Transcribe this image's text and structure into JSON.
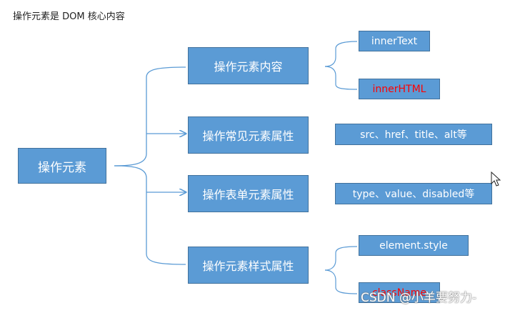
{
  "title": "操作元素是 DOM 核心内容",
  "root": "操作元素",
  "branches": [
    {
      "label": "操作元素内容",
      "children": [
        "innerText",
        "innerHTML"
      ]
    },
    {
      "label": "操作常见元素属性",
      "children": [
        "src、href、title、alt等"
      ]
    },
    {
      "label": "操作表单元素属性",
      "children": [
        "type、value、disabled等"
      ]
    },
    {
      "label": "操作元素样式属性",
      "children": [
        "element.style",
        "className"
      ]
    }
  ],
  "watermark": "CSDN @小羊要努力-",
  "colors": {
    "box_fill": "#5b9bd5",
    "line": "#5b9bd5",
    "highlight_text": "#ff0000"
  }
}
